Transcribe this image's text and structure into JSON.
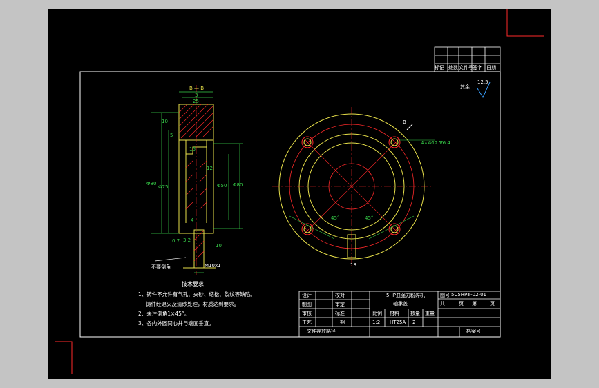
{
  "colors": {
    "background": "#000000",
    "frame": "#ffffff",
    "outline": "#e8e04a",
    "center": "#ff2a2a",
    "dimension": "#38d24a",
    "workspace": "#c4c4c4"
  },
  "revision_table": {
    "headers": [
      "标记",
      "处数",
      "文件号",
      "签字",
      "日期"
    ]
  },
  "roughness": {
    "prefix": "其余",
    "value": "12.5"
  },
  "section_view": {
    "label": "B — B",
    "dims": {
      "top": "3",
      "width": "25",
      "c1": "10",
      "c2": "5",
      "bore_height": "16",
      "mid": "12",
      "outer": "Φ80",
      "inner": "Φ50",
      "big": "Φ80",
      "left": "Φ75",
      "angle": "0.7",
      "ra": "3.2",
      "a": "4",
      "b": "10",
      "bottom": "M10x1"
    },
    "note_label": "不要倒角"
  },
  "plan_view": {
    "section_marker": "B",
    "hole_callout": "4×Φ12 ∇6.4",
    "angle_left": "45°",
    "angle_right": "45°",
    "bottom_label": "18"
  },
  "tech_requirements": {
    "title": "技术要求",
    "items": [
      "1、铸件不允许有气孔、夹砂、缩松、裂纹等缺陷。",
      "铸件经退火及清砂处理，材质达到要求。",
      "2、未注倒角1×45°。",
      "3、各内外圆同心并与端面垂直。"
    ]
  },
  "title_block": {
    "left_labels": [
      "设计",
      "制图",
      "审核",
      "工艺"
    ],
    "mid_labels": [
      "校对",
      "审定",
      "标准",
      "日期"
    ],
    "project": "5HP皿强力粉碎机",
    "part": "轴承盖",
    "drawing_no_label": "图号",
    "drawing_no": "5C5HPⅢ-02-01",
    "sheet": [
      "共",
      "页",
      "第",
      "页"
    ],
    "table_headers": [
      "比例",
      "材料",
      "数量",
      "重量"
    ],
    "scale": "1:2",
    "material": "HT25A",
    "qty": "2",
    "archive": "文件存放路径",
    "doc": "档案号"
  }
}
